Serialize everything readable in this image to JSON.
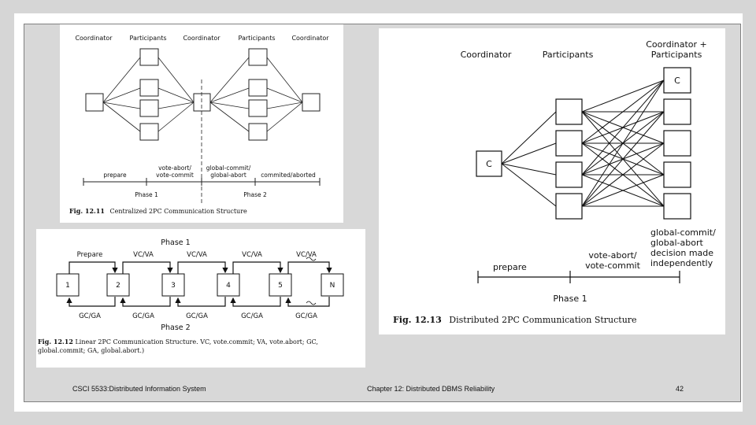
{
  "footer": {
    "course": "CSCI 5533:Distributed Information System",
    "chapter": "Chapter 12: Distributed DBMS Reliability",
    "page_number": "42"
  },
  "fig_12_11": {
    "headers": [
      "Coordinator",
      "Participants",
      "Coordinator",
      "Participants",
      "Coordinator"
    ],
    "segments": [
      "prepare",
      "vote-abort/\nvote-commit",
      "global-commit/\nglobal-abort",
      "commited/aborted"
    ],
    "phases": [
      "Phase 1",
      "Phase 2"
    ],
    "caption_bold": "Fig. 12.11",
    "caption_text": "Centralized 2PC Communication Structure"
  },
  "fig_12_12": {
    "phase_top": "Phase 1",
    "phase_bottom": "Phase 2",
    "nodes": [
      "1",
      "2",
      "3",
      "4",
      "5",
      "N"
    ],
    "top_labels": [
      "Prepare",
      "VC/VA",
      "VC/VA",
      "VC/VA",
      "VC/VA"
    ],
    "bottom_labels": [
      "GC/GA",
      "GC/GA",
      "GC/GA",
      "GC/GA",
      "GC/GA"
    ],
    "caption_bold": "Fig. 12.12",
    "caption_text": "Linear 2PC Communication Structure. VC, vote.commit; VA, vote.abort; GC, global.commit; GA, global.abort.)"
  },
  "fig_12_13": {
    "headers": [
      "Coordinator",
      "Participants",
      "Coordinator +\nParticipants"
    ],
    "coordinator_label": "C",
    "cp_label": "C",
    "labels": [
      "prepare",
      "vote-abort/\nvote-commit",
      "global-commit/\nglobal-abort\ndecision made\nindependently"
    ],
    "phase": "Phase 1",
    "caption_bold": "Fig. 12.13",
    "caption_text": "Distributed 2PC Communication Structure"
  }
}
